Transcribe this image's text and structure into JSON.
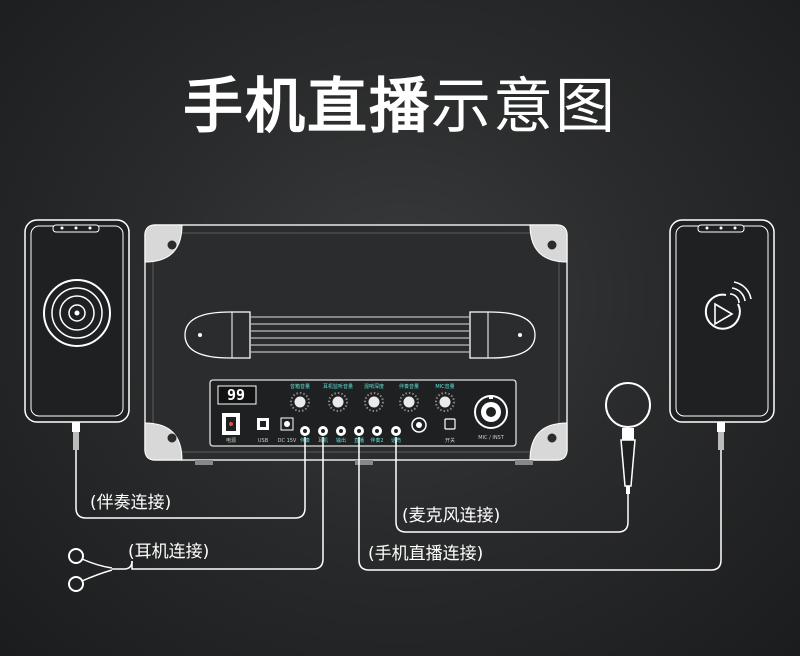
{
  "title": {
    "bold": "手机直播",
    "light": "示意图"
  },
  "display": {
    "digits": "99"
  },
  "labels": {
    "accompaniment": "(伴奏连接)",
    "earphone": "(耳机连接)",
    "microphone": "(麦克风连接)",
    "phone_live": "(手机直播连接)"
  },
  "panel": {
    "knob_labels": [
      "音箱音量",
      "耳机监听音量",
      "混响深度",
      "伴奏音量",
      "MIC音量"
    ],
    "port_labels": [
      "电源",
      "USB",
      "DC 15V",
      "伴奏",
      "耳机",
      "输出",
      "直播",
      "伴奏2",
      "话筒",
      "开关",
      "MIC / INST"
    ]
  },
  "colors": {
    "line": "#ffffff",
    "accent": "#5fe0d6",
    "background": "#2a2b2c"
  },
  "icons": {
    "left_phone": "vinyl-record-icon",
    "right_phone": "live-stream-play-icon"
  }
}
